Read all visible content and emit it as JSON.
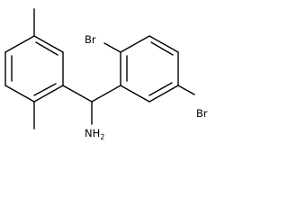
{
  "molecule": {
    "atoms": {
      "bromine_top": "Br",
      "bromine_right": "Br",
      "amine": {
        "main": "NH",
        "subscript": "2"
      }
    },
    "colors": {
      "bond": "#000000",
      "label": "#000000",
      "background": "#ffffff"
    }
  }
}
